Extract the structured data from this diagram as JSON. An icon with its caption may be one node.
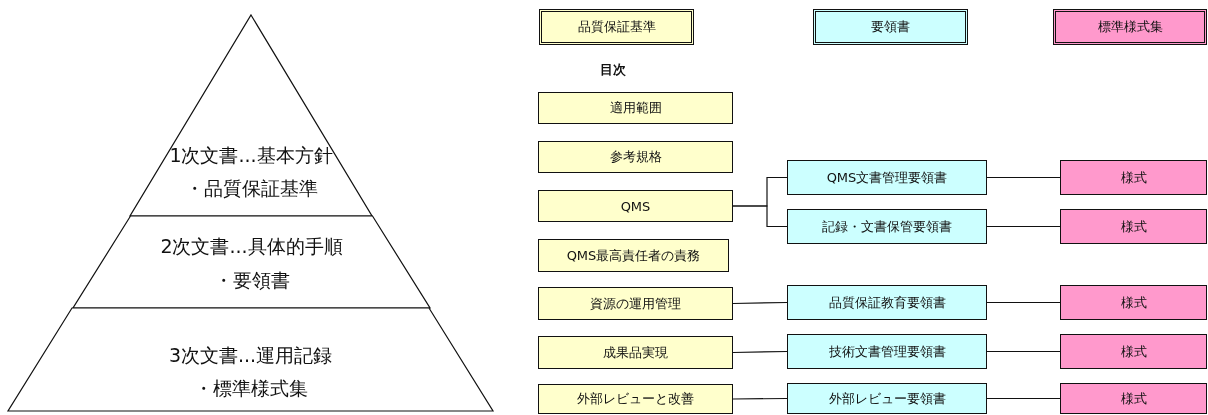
{
  "diagram": {
    "nodes": [
      {
        "text": [
          "1次文書...基本方針",
          "・品質保証基準"
        ]
      },
      {
        "text": [
          "2次文書...具体的手順",
          "・要領書"
        ]
      },
      {
        "text": [
          "3次文書...運用記録",
          "・標準様式集"
        ]
      },
      {
        "text": [
          "品質保証基準"
        ]
      },
      {
        "text": [
          "要領書"
        ]
      },
      {
        "text": [
          "標準様式集"
        ]
      },
      {
        "text": [
          "適用範囲"
        ]
      },
      {
        "text": [
          "参考規格"
        ]
      },
      {
        "text": [
          "QMS"
        ]
      },
      {
        "text": [
          "QMS最高責任者の責務"
        ]
      },
      {
        "text": [
          "資源の運用管理"
        ]
      },
      {
        "text": [
          "成果品実現"
        ]
      },
      {
        "text": [
          "外部レビューと改善"
        ]
      },
      {
        "text": [
          "QMS文書管理要領書"
        ]
      },
      {
        "text": [
          "記録・文書保管要領書"
        ]
      },
      {
        "text": [
          "品質保証教育要領書"
        ]
      },
      {
        "text": [
          "技術文書管理要領書"
        ]
      },
      {
        "text": [
          "外部レビュー要領書"
        ]
      },
      {
        "text": [
          "様式"
        ]
      },
      {
        "text": [
          "様式"
        ]
      },
      {
        "text": [
          "様式"
        ]
      },
      {
        "text": [
          "様式"
        ]
      },
      {
        "text": [
          "様式"
        ]
      }
    ],
    "edges": [
      {
        "from": 8,
        "to": 13,
        "arrow": "none"
      },
      {
        "from": 8,
        "to": 14,
        "arrow": "none"
      },
      {
        "from": 13,
        "to": 18,
        "arrow": "none"
      },
      {
        "from": 14,
        "to": 19,
        "arrow": "none"
      },
      {
        "from": 10,
        "to": 15,
        "arrow": "none"
      },
      {
        "from": 15,
        "to": 20,
        "arrow": "none"
      },
      {
        "from": 11,
        "to": 16,
        "arrow": "none"
      },
      {
        "from": 16,
        "to": 21,
        "arrow": "none"
      },
      {
        "from": 12,
        "to": 17,
        "arrow": "none"
      },
      {
        "from": 17,
        "to": 22,
        "arrow": "none"
      }
    ],
    "labels": [
      "目次"
    ]
  }
}
